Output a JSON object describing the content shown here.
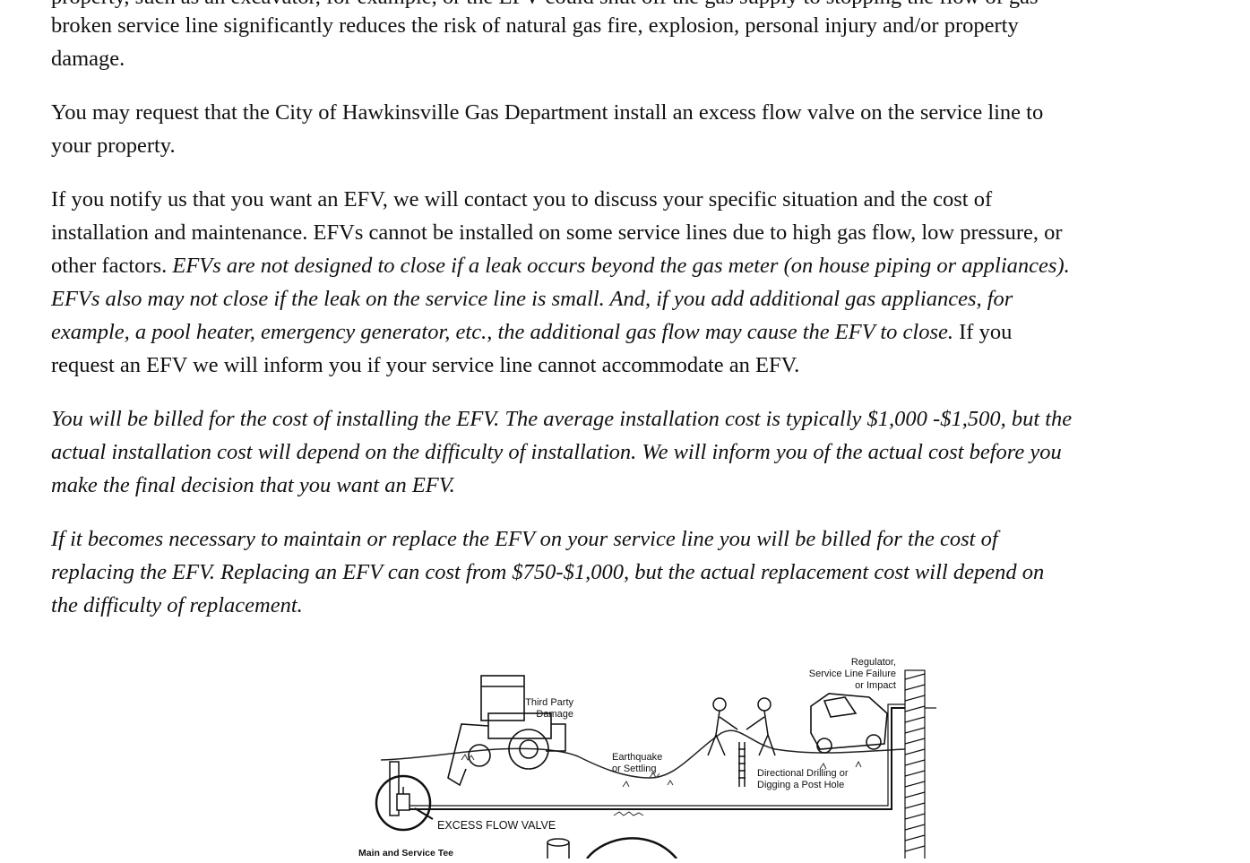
{
  "page": {
    "cut_top_line": "property, such as an excavator, for example, or the EFV could shut off the gas supply to stopping the flow of gas",
    "p1": {
      "line1": "broken service line significantly reduces the risk of natural gas fire, explosion, personal injury and/or property",
      "line2": "damage."
    },
    "p2": {
      "line1": "You may request that the City of Hawkinsville Gas Department install an excess flow valve on the service line to",
      "line2": "your property."
    },
    "p3": {
      "l1": "If you notify us that you want an EFV, we will contact you to discuss your specific situation and the cost of",
      "l2": "installation and maintenance.  EFVs cannot be installed on some service lines due to high gas flow, low pressure, or",
      "l3a": "other factors.  ",
      "l3b": "EFVs are not designed to close if a leak occurs beyond the gas meter (on house piping or appliances).",
      "l4": "EFVs also may not close if the leak on the service line is small.  And, if you add additional gas appliances, for",
      "l5a": "example, a pool heater, emergency generator, etc., the additional gas flow may cause the EFV to close.",
      "l5b": "  If you",
      "l6": "request an EFV we will inform you if your service line cannot accommodate an EFV."
    },
    "p4": {
      "l1": "You will be billed for the cost of installing the EFV. The average installation cost is typically $1,000 -$1,500, but the",
      "l2": "actual installation cost will depend on the difficulty of installation. We will inform you of the actual cost before you",
      "l3": "make the final decision that you want an EFV."
    },
    "p5": {
      "l1": "If it becomes necessary to maintain or replace the EFV on your service line you will be billed for the cost of",
      "l2": "replacing the EFV. Replacing an EFV can cost from $750-$1,000, but the actual replacement cost will depend on",
      "l3": "the difficulty of replacement."
    }
  },
  "figure": {
    "labels": {
      "regulator": "Regulator,",
      "service_line_failure": "Service Line Failure",
      "or_impact": "or Impact",
      "third_party": "Third Party",
      "damage": "Damage",
      "earthquake": "Earthquake",
      "or_settling": "or Settling",
      "directional_drilling": "Directional Drilling or",
      "digging_post_hole": "Digging a Post Hole",
      "excess_flow_valve": "EXCESS FLOW VALVE",
      "main_service_tee": "Main and Service Tee"
    }
  }
}
